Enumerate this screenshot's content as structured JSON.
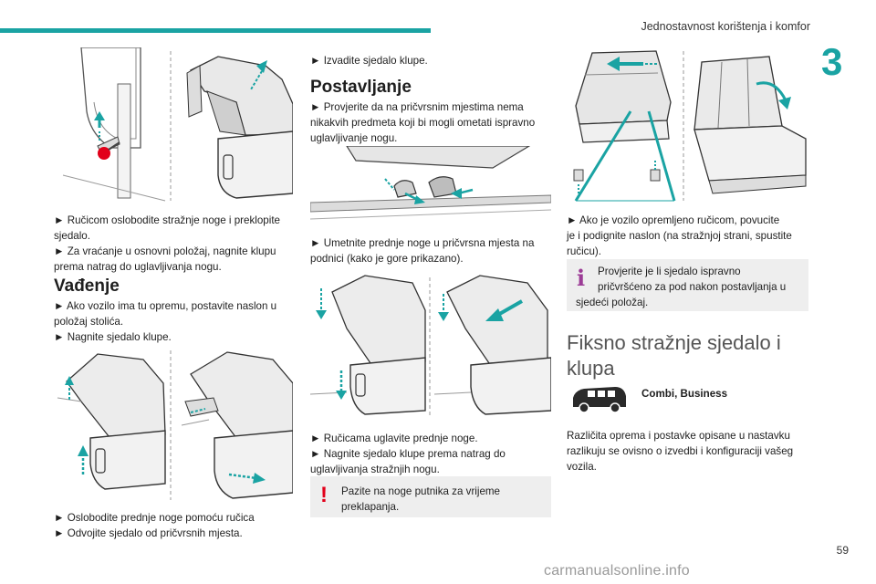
{
  "header": {
    "title": "Jednostavnost korištenja i komfor",
    "chapter": "3"
  },
  "col1": {
    "p1": [
      "► Ručicom oslobodite stražnje noge i preklopite",
      "sjedalo.",
      "► Za vraćanje u osnovni položaj, nagnite klupu",
      "prema natrag do uglavljivanja nogu."
    ],
    "heading": "Vađenje",
    "p2": [
      "► Ako vozilo ima tu opremu, postavite naslon u",
      "položaj stolića.",
      "► Nagnite sjedalo klupe."
    ],
    "p3": [
      "► Oslobodite prednje noge pomoću ručica",
      "► Odvojite sjedalo od pričvrsnih mjesta."
    ]
  },
  "col2": {
    "p1": [
      "► Izvadite sjedalo klupe."
    ],
    "heading": "Postavljanje",
    "p2": [
      "► Provjerite da na pričvrsnim mjestima nema",
      "nikakvih predmeta koji bi mogli ometati ispravno",
      "uglavljivanje nogu."
    ],
    "p3": [
      "► Umetnite prednje noge u pričvrsna mjesta na",
      "podnici (kako je gore prikazano)."
    ],
    "p4": [
      "► Ručicama uglavite prednje noge.",
      "► Nagnite sjedalo klupe prema natrag do",
      "uglavljivanja stražnjih nogu."
    ],
    "warning_mark": "!",
    "warning": [
      "Pazite na noge putnika za vrijeme",
      "preklapanja."
    ]
  },
  "col3": {
    "p1": [
      "► Ako je vozilo opremljeno ručicom, povucite",
      "je i podignite naslon (na stražnjoj strani, spustite",
      "ručicu)."
    ],
    "info_mark": "i",
    "info": [
      "Provjerite je li sjedalo ispravno",
      "pričvršćeno za pod nakon postavljanja u",
      "sjedeći položaj."
    ],
    "section": [
      "Fiksno stražnje sjedalo i",
      "klupa"
    ],
    "versions": "Combi, Business",
    "p2": [
      "Različita oprema i postavke opisane u nastavku",
      "razlikuju se ovisno o izvedbi i konfiguraciji vašeg",
      "vozila."
    ]
  },
  "footer": {
    "page": "59",
    "watermark": "carmanualsonline.info"
  },
  "colors": {
    "accent": "#1aa3a3",
    "warning": "#e2001a",
    "info": "#9c3c96",
    "note_bg": "#eeeeee"
  }
}
